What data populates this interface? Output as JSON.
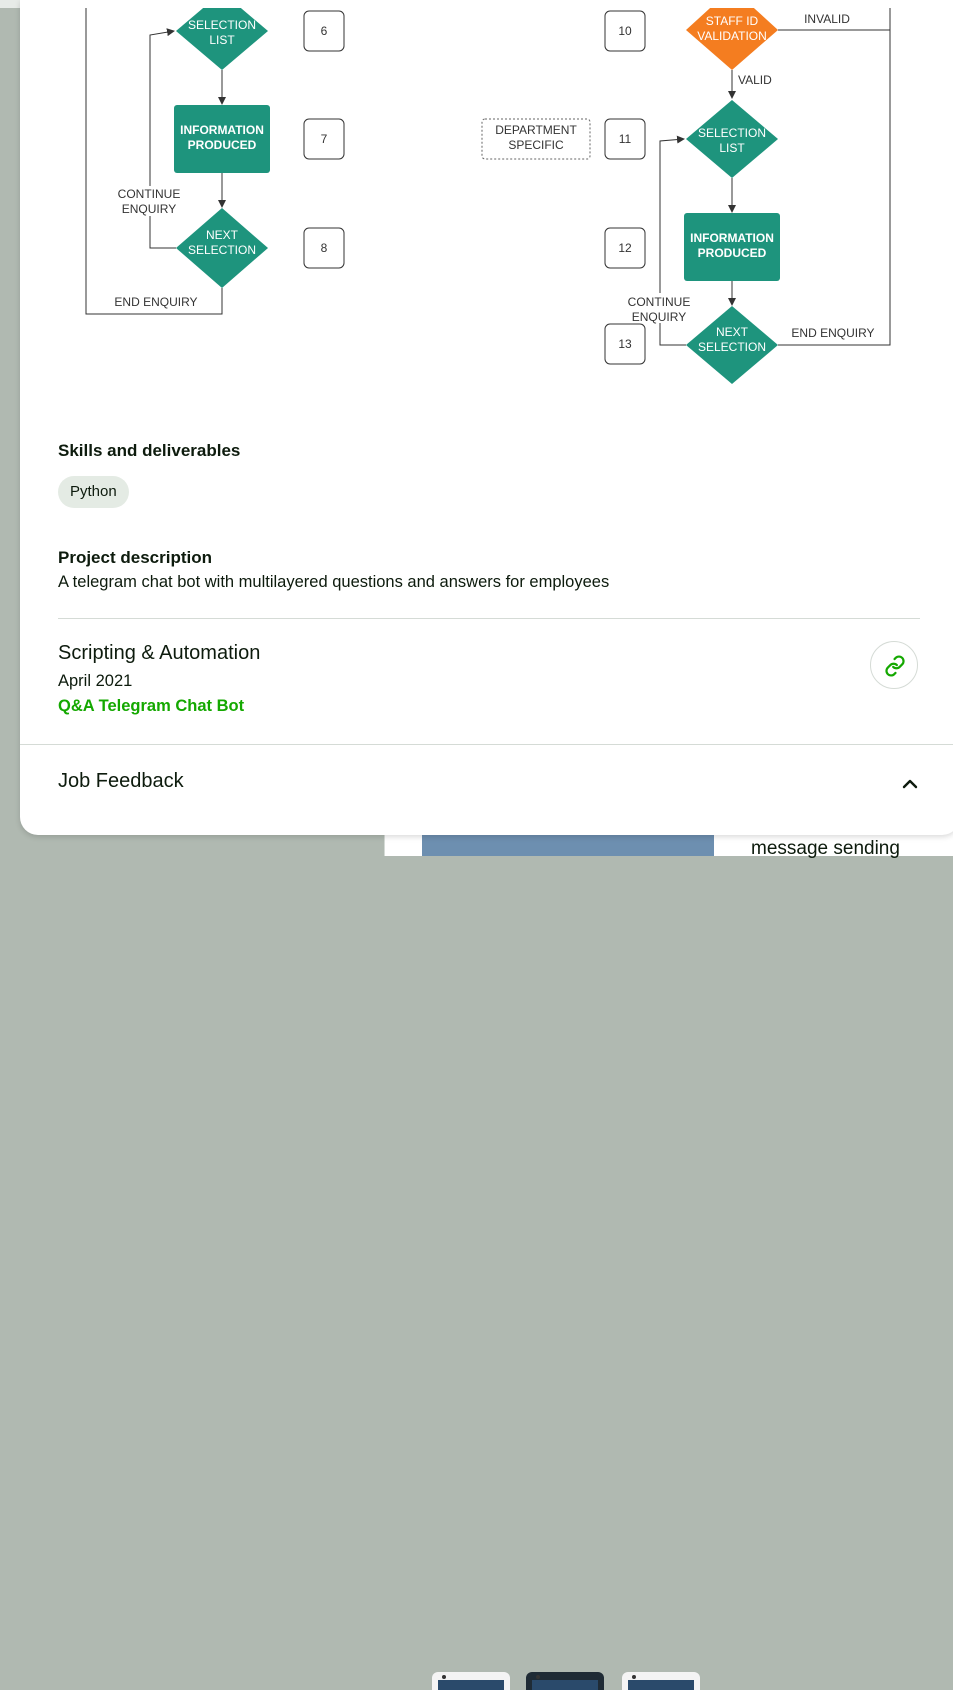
{
  "flowchart": {
    "left": {
      "selection_list": [
        "SELECTION",
        "LIST"
      ],
      "information_produced": [
        "INFORMATION",
        "PRODUCED"
      ],
      "continue_enquiry": [
        "CONTINUE",
        "ENQUIRY"
      ],
      "next_selection": [
        "NEXT",
        "SELECTION"
      ],
      "end_enquiry": "END ENQUIRY",
      "step_numbers": [
        "6",
        "7",
        "8"
      ]
    },
    "right": {
      "staff_id_validation": [
        "STAFF ID",
        "VALIDATION"
      ],
      "invalid": "INVALID",
      "valid": "VALID",
      "department_specific": [
        "DEPARTMENT",
        "SPECIFIC"
      ],
      "selection_list": [
        "SELECTION",
        "LIST"
      ],
      "information_produced": [
        "INFORMATION",
        "PRODUCED"
      ],
      "continue_enquiry": [
        "CONTINUE",
        "ENQUIRY"
      ],
      "next_selection": [
        "NEXT",
        "SELECTION"
      ],
      "end_enquiry": "END ENQUIRY",
      "step_numbers": [
        "10",
        "11",
        "12",
        "13"
      ]
    },
    "colors": {
      "teal": "#1e947d",
      "orange": "#f47d20"
    }
  },
  "skills": {
    "heading": "Skills and deliverables",
    "chips": [
      "Python"
    ]
  },
  "project": {
    "description_heading": "Project description",
    "description": "A telegram chat bot with multilayered questions and answers for employees",
    "category": "Scripting & Automation",
    "date": "April 2021",
    "link_label": "Q&A Telegram Chat Bot"
  },
  "feedback": {
    "title": "Job Feedback"
  },
  "background": {
    "caption": "message sending"
  },
  "icons": {
    "copy_link": "link-icon",
    "collapse": "chevron-up-icon"
  },
  "colors": {
    "accent_green": "#14a800",
    "text": "#0d1b0d",
    "chip_bg": "#e4ebe4"
  }
}
